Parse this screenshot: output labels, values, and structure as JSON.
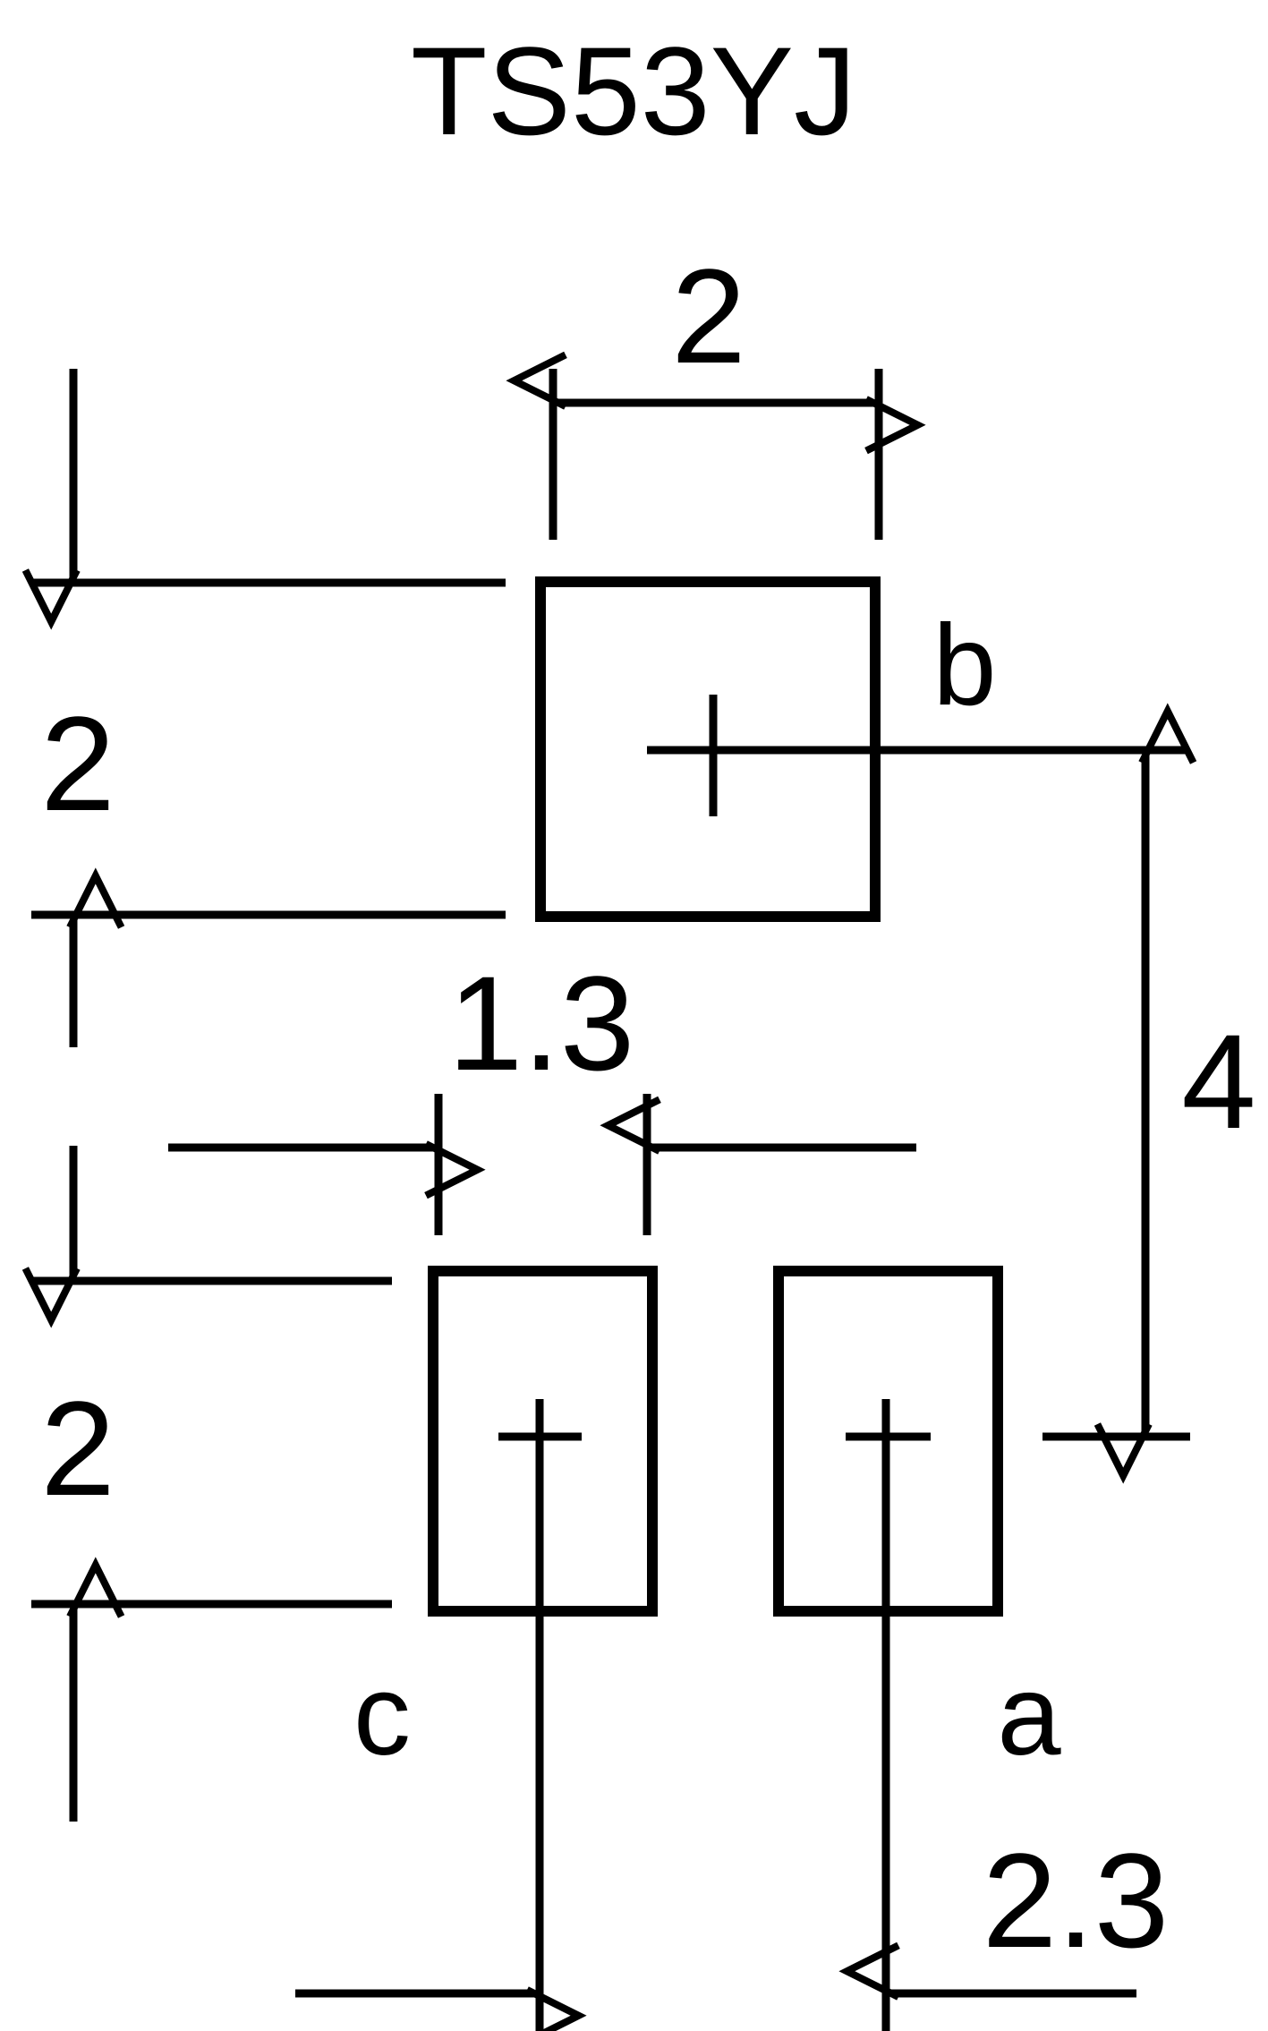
{
  "title": "TS53YJ",
  "pads": {
    "b": {
      "label": "b"
    },
    "c": {
      "label": "c"
    },
    "a": {
      "label": "a"
    }
  },
  "dimensions": {
    "pad_b_width": "2",
    "pad_b_height": "2",
    "pad_gap": "1.3",
    "pitch_vertical": "4",
    "pad_ca_height": "2",
    "pitch_horizontal": "2.3"
  },
  "colors": {
    "ink": "#000000",
    "background": "#ffffff"
  }
}
